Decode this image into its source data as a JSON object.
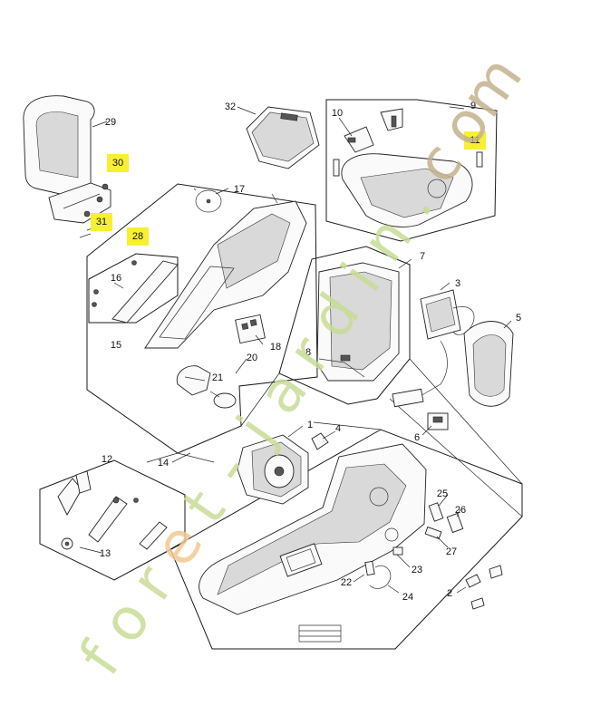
{
  "callouts": [
    "1",
    "2",
    "3",
    "4",
    "5",
    "6",
    "7",
    "8",
    "9",
    "10",
    "11",
    "12",
    "13",
    "14",
    "15",
    "16",
    "17",
    "18",
    "20",
    "21",
    "22",
    "23",
    "24",
    "25",
    "26",
    "27",
    "28",
    "29",
    "30",
    "31",
    "32"
  ],
  "highlighted_callouts": [
    "11",
    "28",
    "30",
    "31"
  ],
  "highlight_color": "#f7f031",
  "watermark": {
    "letters": [
      "f",
      "o",
      "r",
      "e",
      "t",
      "-",
      "j",
      "a",
      "r",
      "d",
      "i",
      "n",
      ".",
      "c",
      "o",
      "m"
    ],
    "colors": [
      "#c8dc96",
      "#c8dc96",
      "#c8dc96",
      "#f3c98f",
      "#c8dc96",
      "#c8dc96",
      "#c8dc96",
      "#c8dc96",
      "#c8dc96",
      "#c8dc96",
      "#c8dc96",
      "#c8dc96",
      "#c8dc96",
      "#c2b28c",
      "#c2b28c",
      "#c2b28c"
    ]
  }
}
